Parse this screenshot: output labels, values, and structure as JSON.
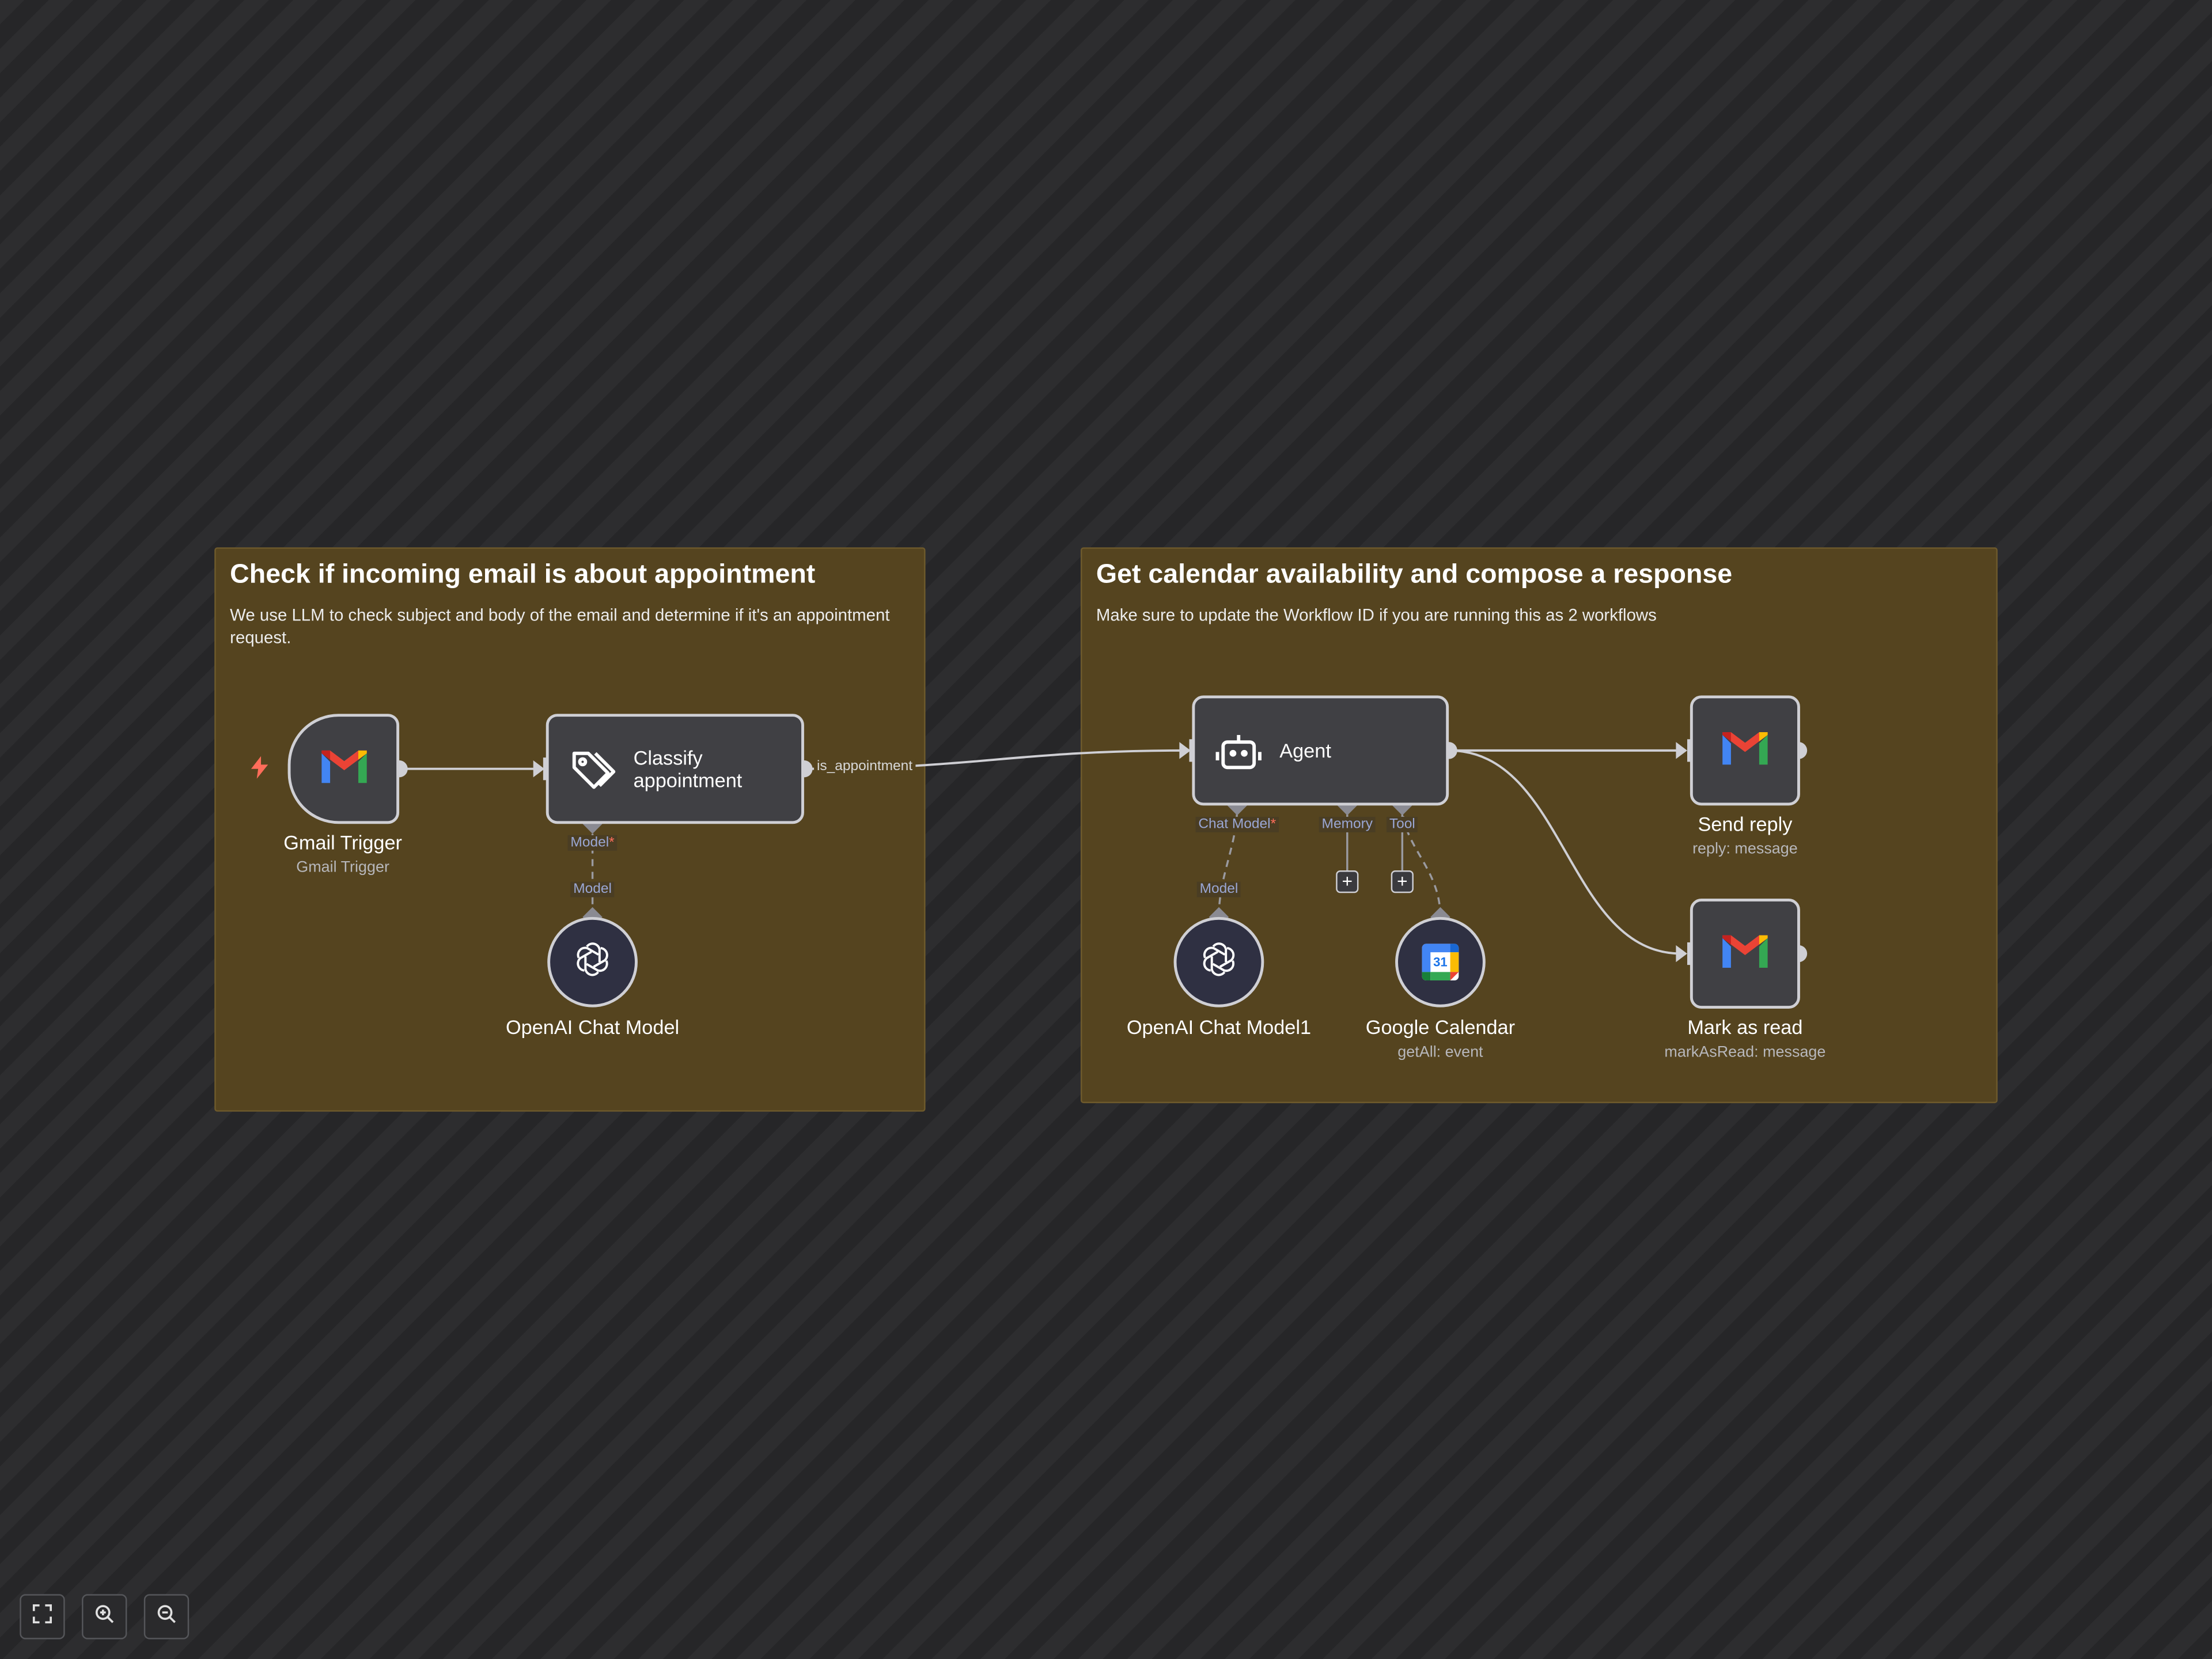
{
  "stickies": [
    {
      "title": "Check if incoming email is about appointment",
      "description": "We use LLM to check subject and body of the email and determine if it's an appointment request."
    },
    {
      "title": "Get calendar availability and compose a response",
      "description": "Make sure to update the Workflow ID if you are running this as 2 workflows"
    }
  ],
  "nodes": {
    "gmail_trigger": {
      "title": "Gmail Trigger",
      "subtitle": "Gmail Trigger",
      "icon": "gmail-icon"
    },
    "classify": {
      "title": "Classify appointment",
      "icon": "tags-icon"
    },
    "openai_1": {
      "title": "OpenAI Chat Model",
      "icon": "openai-icon"
    },
    "agent": {
      "title": "Agent",
      "icon": "robot-icon"
    },
    "openai_2": {
      "title": "OpenAI Chat Model1",
      "icon": "openai-icon"
    },
    "gcal": {
      "title": "Google Calendar",
      "subtitle": "getAll: event",
      "icon": "google-calendar-icon",
      "day": "31"
    },
    "send_reply": {
      "title": "Send reply",
      "subtitle": "reply: message",
      "icon": "gmail-icon"
    },
    "mark_read": {
      "title": "Mark as read",
      "subtitle": "markAsRead: message",
      "icon": "gmail-icon"
    }
  },
  "handles": {
    "classify_model": "Model",
    "classify_model_required": "*",
    "openai1_model": "Model",
    "agent_chat_model": "Chat Model",
    "agent_chat_model_required": "*",
    "agent_memory": "Memory",
    "agent_tool": "Tool",
    "openai2_model": "Model"
  },
  "edges": {
    "classify_to_agent": "is_appointment"
  },
  "controls": [
    "fit-view-icon",
    "zoom-in-icon",
    "zoom-out-icon"
  ],
  "colors": {
    "sticky": "#55441f",
    "node": "#404044",
    "edge": "#cfcfd4",
    "trigger": "#ff6d5a"
  }
}
